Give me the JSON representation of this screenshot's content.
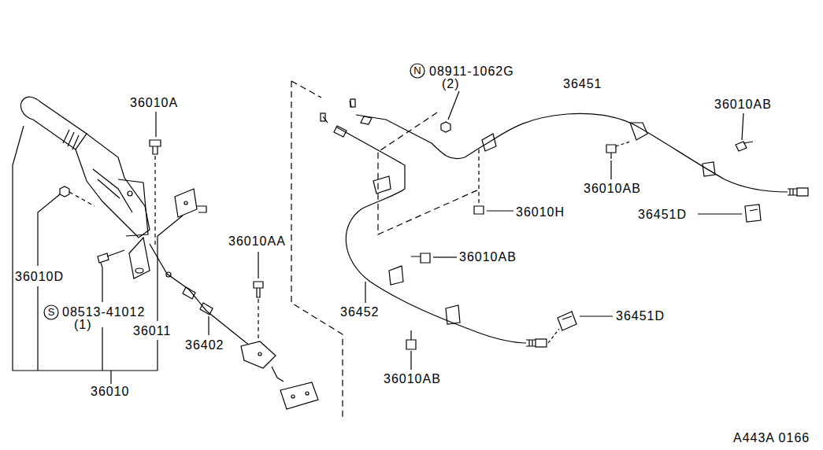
{
  "diagram": {
    "labels": [
      "36010A",
      "N",
      "08911-1062G",
      "(2)",
      "36451",
      "36010AB",
      "36010AB",
      "36010H",
      "36451D",
      "36010D",
      "36010AA",
      "36010AB",
      "S",
      "08513-41012",
      "(1)",
      "36011",
      "36402",
      "36452",
      "36451D",
      "36010AB",
      "36010",
      "A443A 0166"
    ]
  }
}
